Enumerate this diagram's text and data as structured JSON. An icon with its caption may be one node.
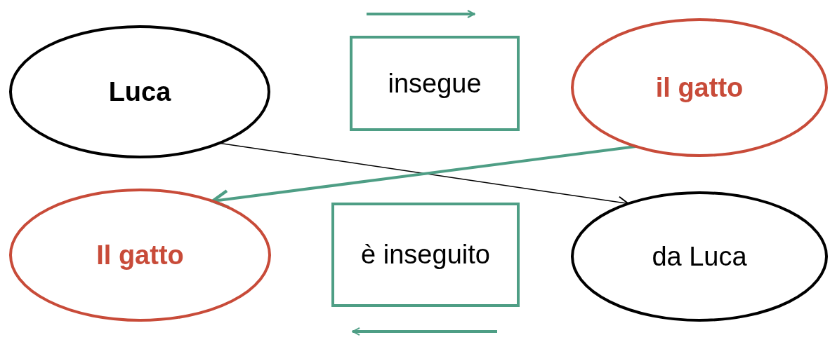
{
  "diagram": {
    "nodes": [
      {
        "text": [
          "Luca"
        ]
      },
      {
        "text": [
          "insegue"
        ]
      },
      {
        "text": [
          "il gatto"
        ]
      },
      {
        "text": [
          "Il gatto"
        ]
      },
      {
        "text": [
          "è inseguito"
        ]
      },
      {
        "text": [
          "da Luca"
        ]
      }
    ],
    "edges": [
      {
        "from": 0,
        "to": 5,
        "arrow": "to"
      },
      {
        "from": 2,
        "to": 3,
        "arrow": "to",
        "style": "thick",
        "color": "#4e9e85"
      }
    ]
  }
}
